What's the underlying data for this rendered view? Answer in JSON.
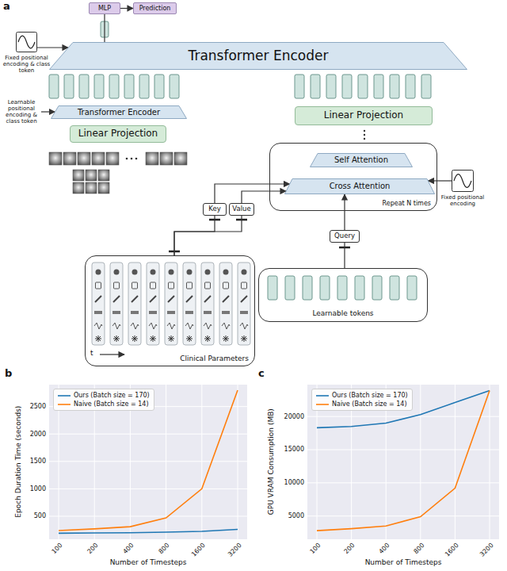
{
  "diagram": {
    "nodes": [
      {
        "text": [
          "MLP"
        ]
      },
      {
        "text": [
          "Prediction"
        ]
      },
      {
        "text": [
          "Transformer Encoder"
        ]
      },
      {
        "text": [
          "Fixed positional encoding & class token"
        ]
      },
      {
        "text": [
          "Learnable positional encoding & class token"
        ]
      },
      {
        "text": [
          "Transformer Encoder"
        ]
      },
      {
        "text": [
          "Linear Projection"
        ]
      },
      {
        "text": [
          "Linear Projection"
        ]
      },
      {
        "text": [
          "Repeat N times"
        ]
      },
      {
        "text": [
          "Self Attention"
        ],
        "in": 8
      },
      {
        "text": [
          "Cross Attention"
        ],
        "in": 8
      },
      {
        "text": [
          "Fixed positional encoding"
        ]
      },
      {
        "text": [
          "Key"
        ]
      },
      {
        "text": [
          "Value"
        ]
      },
      {
        "text": [
          "Query"
        ]
      },
      {
        "text": [
          "Clinical Parameters"
        ]
      },
      {
        "text": [
          "Learnable tokens"
        ]
      }
    ],
    "edges": [
      {
        "from": 0,
        "to": 1,
        "arrow": "to"
      },
      {
        "from": 2,
        "to": 0,
        "arrow": "none"
      },
      {
        "from": 3,
        "to": 2,
        "arrow": "to"
      },
      {
        "from": 4,
        "to": 5,
        "arrow": "to"
      },
      {
        "from": 15,
        "to": 12,
        "arrow": "none"
      },
      {
        "from": 15,
        "to": 13,
        "arrow": "none"
      },
      {
        "from": 12,
        "to": 10,
        "arrow": "to"
      },
      {
        "from": 13,
        "to": 10,
        "arrow": "to"
      },
      {
        "from": 16,
        "to": 14,
        "arrow": "none"
      },
      {
        "from": 14,
        "to": 10,
        "arrow": "to"
      },
      {
        "from": 11,
        "to": 10,
        "arrow": "to"
      }
    ],
    "labels": [
      "a",
      "t",
      "b",
      "Epoch Duration Time (seconds)",
      "500",
      "1000",
      "1500",
      "2000",
      "2500",
      "100",
      "200",
      "400",
      "800",
      "1600",
      "3200",
      "Number of Timesteps",
      "c",
      "GPU VRAM Consumption (MB)",
      "5000",
      "10000",
      "15000",
      "20000",
      "100",
      "200",
      "400",
      "800",
      "1600",
      "3200",
      "Number of Timesteps"
    ],
    "legend": [
      {
        "text": "Ours (Batch size = 170)"
      },
      {
        "text": "Naive (Batch size = 14)"
      },
      {
        "text": "Ours (Batch size = 170)"
      },
      {
        "text": "Naive (Batch size = 14)"
      }
    ]
  }
}
